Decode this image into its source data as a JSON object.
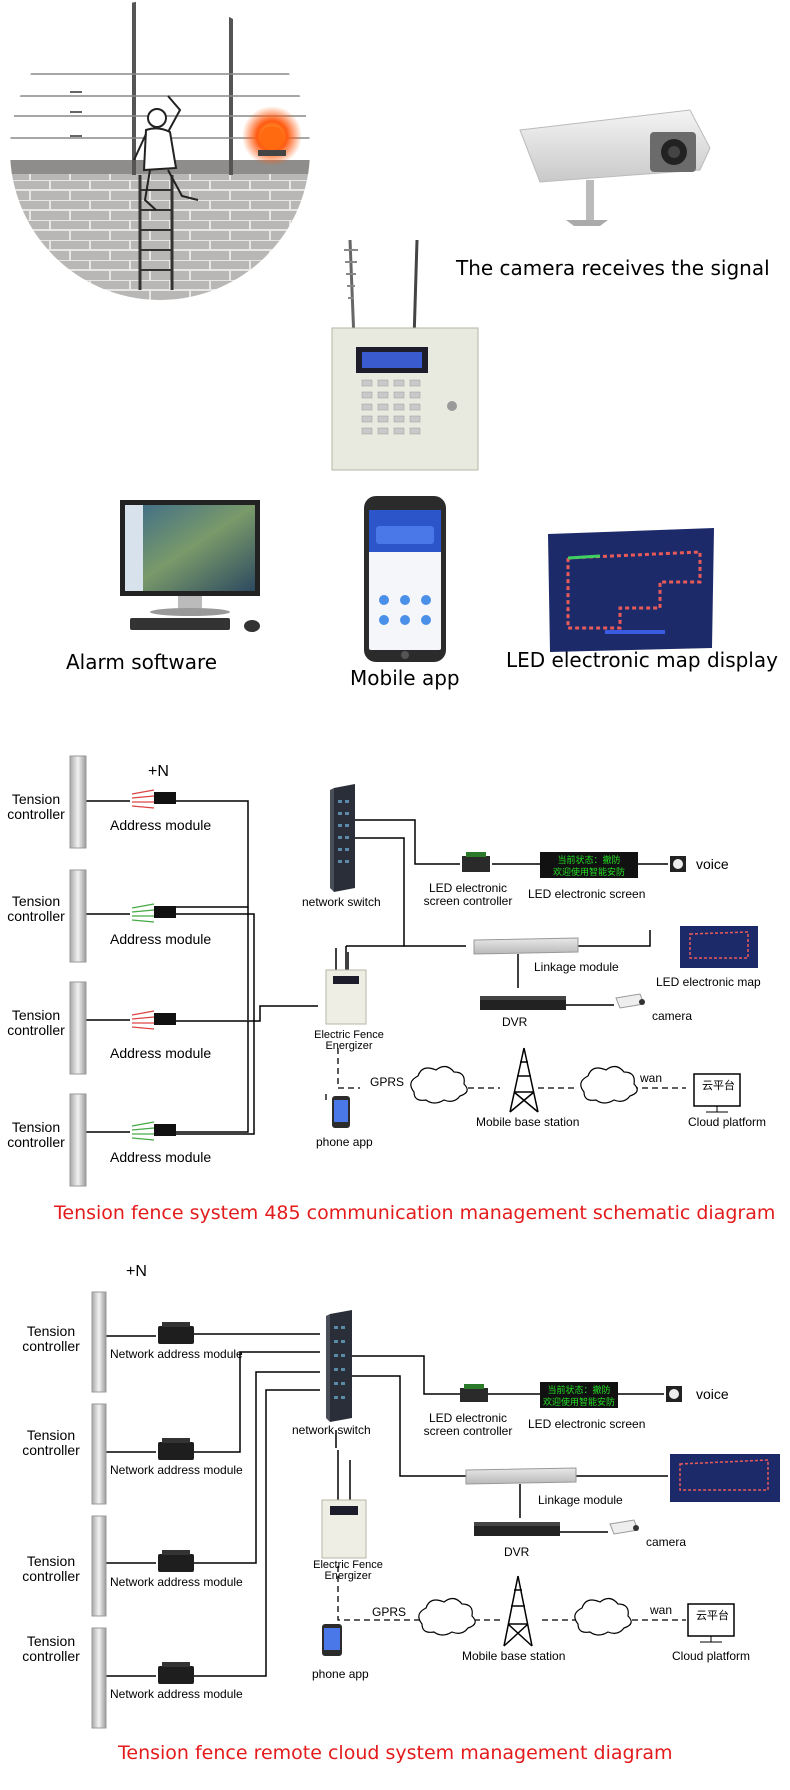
{
  "illustrations": {
    "camera_caption": "The camera receives the signal",
    "alarm_software": "Alarm software",
    "mobile_app": "Mobile app",
    "led_map_display": "LED electronic map display"
  },
  "diagram1": {
    "plus_n": "+N",
    "controller_label": "Tension controller",
    "address_module": "Address module",
    "network_switch": "network switch",
    "led_screen_controller": "LED electronic screen controller",
    "led_screen": "LED electronic screen",
    "led_screen_text_1": "当前状态：撤防",
    "led_screen_text_2": "欢迎使用智能安防",
    "voice": "voice",
    "linkage_module": "Linkage module",
    "led_map": "LED electronic map",
    "dvr": "DVR",
    "camera": "camera",
    "energizer": "Electric Fence Energizer",
    "gprs": "GPRS",
    "wan": "wan",
    "cloud_badge": "云平台",
    "mobile_base_station": "Mobile base station",
    "cloud_platform": "Cloud platform",
    "phone_app": "phone app",
    "title": "Tension fence system 485 communication management schematic diagram"
  },
  "diagram2": {
    "plus_n": "+N",
    "controller_label": "Tension controller",
    "network_address_module": "Network address module",
    "network_switch": "network switch",
    "led_screen_controller": "LED electronic screen controller",
    "led_screen": "LED electronic screen",
    "led_screen_text_1": "当前状态：撤防",
    "led_screen_text_2": "欢迎使用智能安防",
    "voice": "voice",
    "linkage_module": "Linkage module",
    "dvr": "DVR",
    "camera": "camera",
    "energizer": "Electric Fence Energizer",
    "gprs": "GPRS",
    "wan": "wan",
    "cloud_badge": "云平台",
    "mobile_base_station": "Mobile base station",
    "cloud_platform": "Cloud platform",
    "phone_app": "phone app",
    "title": "Tension fence remote cloud system management diagram"
  },
  "colors": {
    "title_red": "#e41b1b",
    "led_green": "#22dd22",
    "wall_gray": "#b8b6b4",
    "alarm_orange": "#ff5a10"
  }
}
